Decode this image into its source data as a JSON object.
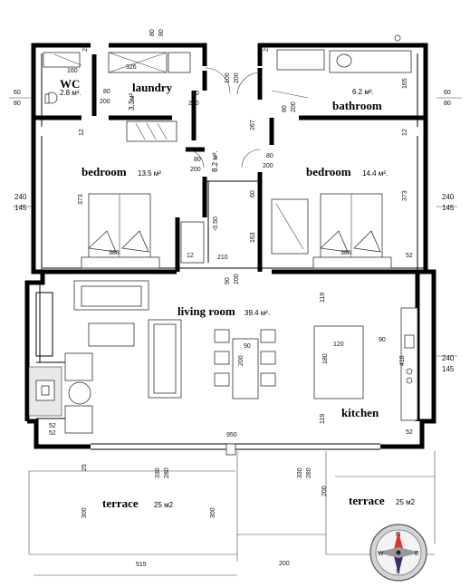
{
  "rooms": {
    "wc": {
      "name": "WC",
      "area": "2.8 м²."
    },
    "laundry": {
      "name": "laundry",
      "area": "3,3м²"
    },
    "bathroom": {
      "name": "bathroom",
      "area": "6.2 м²."
    },
    "bedroom_left": {
      "name": "bedroom",
      "area": "13.5 м²"
    },
    "bedroom_right": {
      "name": "bedroom",
      "area": "14.4 м²."
    },
    "hall_area": {
      "area": "8.2 м²."
    },
    "living": {
      "name": "living room",
      "area": "39.4 м²."
    },
    "kitchen": {
      "name": "kitchen"
    },
    "terrace_left": {
      "name": "terrace",
      "area": "25 м2"
    },
    "terrace_right": {
      "name": "terrace",
      "area": "25 м2"
    }
  },
  "level_mark": "-0.50",
  "dims": {
    "top_25": "25",
    "top_80a": "80",
    "top_80b": "80",
    "top_160": "160",
    "top_326": "326",
    "left_60_80_a": "60",
    "left_60_80_b": "80",
    "right_60_80_a": "60",
    "right_60_80_b": "80",
    "door_wc_a": "80",
    "door_wc_b": "200",
    "door_laundry_a": "80",
    "door_laundry_b": "200",
    "door_entry_a": "100",
    "door_entry_b": "200",
    "door_bath_a": "80",
    "door_bath_b": "200",
    "door_bed_l_a": "80",
    "door_bed_l_b": "200",
    "door_bed_r_a": "80",
    "door_bed_r_b": "200",
    "door_living_a": "90",
    "door_living_b": "200",
    "v_267": "267",
    "v_165": "165",
    "v_373_l": "373",
    "v_373_r": "373",
    "v_163": "163",
    "v_60": "60",
    "v_12a": "12",
    "v_12b": "12",
    "v_12c": "12",
    "side_240_l": "240",
    "side_145_l": "145",
    "side_240_r": "240",
    "side_145_r": "145",
    "side_240_k": "240",
    "side_145_k": "145",
    "bed_l": "388",
    "bed_r": "388",
    "h_210": "210",
    "h_12": "12",
    "h_52l": "52",
    "h_52r": "52",
    "tbl_90": "90",
    "tbl_200": "200",
    "isl_120": "120",
    "isl_180": "180",
    "isl_90": "90",
    "v_119a": "119",
    "v_119b": "119",
    "v_418": "418",
    "h_950": "950",
    "h_52bl": "52",
    "h_52br": "52",
    "win_330_l": "330",
    "win_280_l": "280",
    "win_330_r": "330",
    "win_280_r": "280",
    "t_25": "25",
    "t_300a": "300",
    "t_300b": "300",
    "t_200a": "200",
    "t_200b": "200",
    "t_515": "515"
  },
  "compass": {
    "north": "N",
    "south": "S",
    "east": "E",
    "west": "W"
  }
}
